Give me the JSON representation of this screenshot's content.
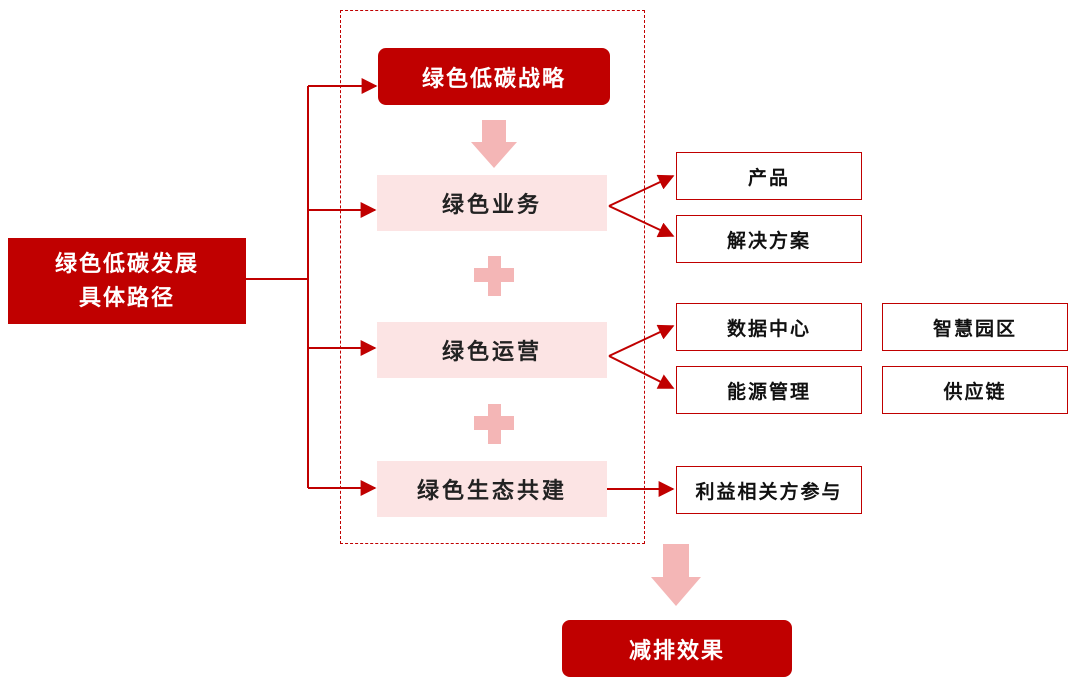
{
  "root": {
    "line1": "绿色低碳发展",
    "line2": "具体路径"
  },
  "strategy": "绿色低碳战略",
  "pillars": [
    {
      "label": "绿色业务"
    },
    {
      "label": "绿色运营"
    },
    {
      "label": "绿色生态共建"
    }
  ],
  "business_items": [
    "产品",
    "解决方案"
  ],
  "operation_items": [
    "数据中心",
    "能源管理"
  ],
  "operation_extra_items": [
    "智慧园区",
    "供应链"
  ],
  "ecosystem_items": [
    "利益相关方参与"
  ],
  "result": "减排效果",
  "colors": {
    "primary": "#c00000",
    "pale": "#fce4e4",
    "arrow_pale": "#f4b6b6"
  }
}
